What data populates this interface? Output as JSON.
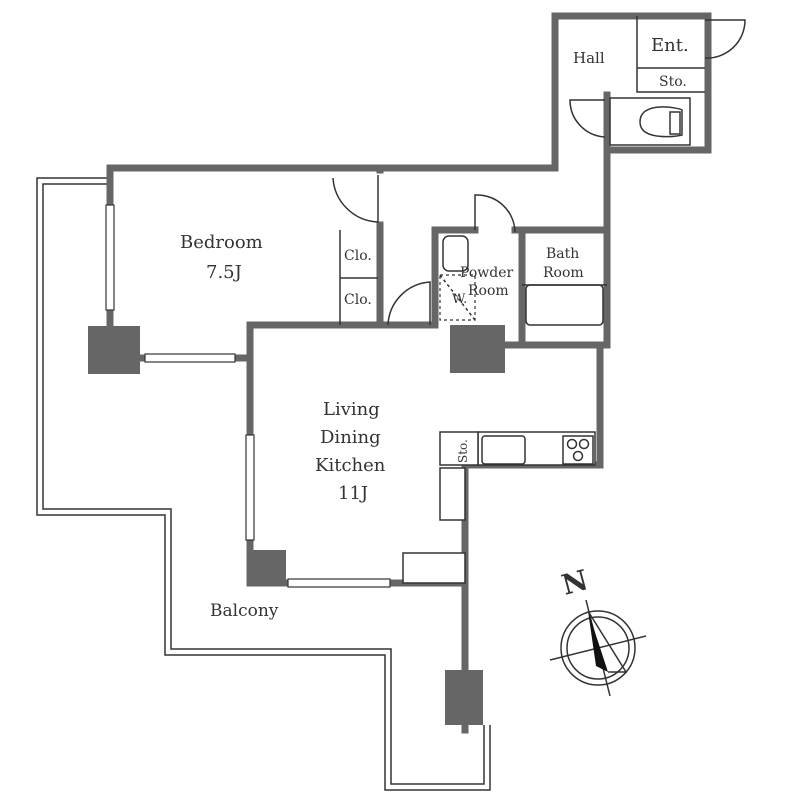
{
  "rooms": {
    "hall": "Hall",
    "entrance": "Ent.",
    "entrance_storage": "Sto.",
    "bedroom": "Bedroom",
    "bedroom_size": "7.5J",
    "closet_1": "Clo.",
    "closet_2": "Clo.",
    "powder_room_line1": "Powder",
    "powder_room_line2": "Room",
    "washer": "W.",
    "bath_line1": "Bath",
    "bath_line2": "Room",
    "ldk_line1": "Living",
    "ldk_line2": "Dining",
    "ldk_line3": "Kitchen",
    "ldk_size": "11J",
    "kitchen_storage": "Sto.",
    "balcony": "Balcony"
  },
  "compass": {
    "label": "N"
  },
  "colors": {
    "wall": "#666666",
    "line": "#333333"
  }
}
